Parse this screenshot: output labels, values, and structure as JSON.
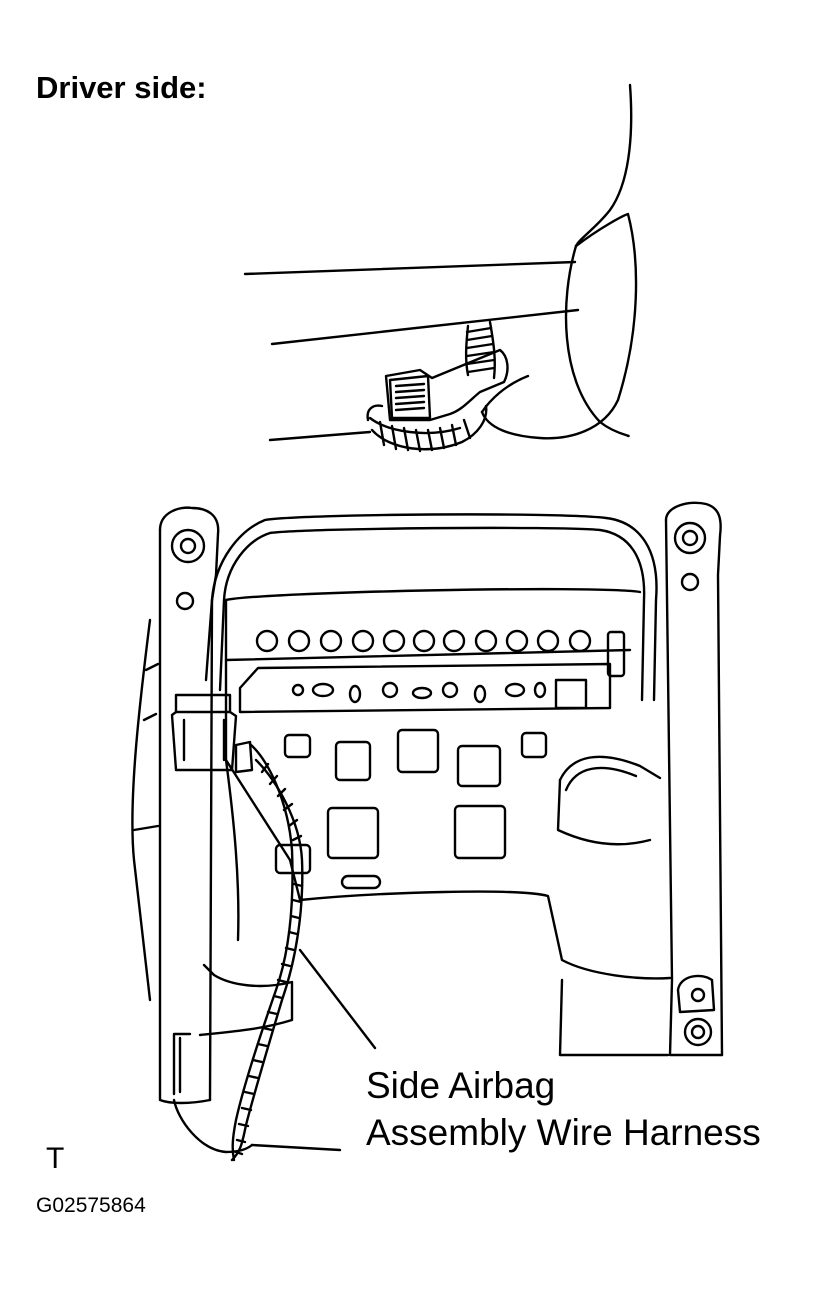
{
  "figure": {
    "title": "Driver side:",
    "callout_label_line1": "Side Airbag",
    "callout_label_line2": "Assembly Wire Harness",
    "corner_mark": "T",
    "figure_id": "G02575864"
  }
}
